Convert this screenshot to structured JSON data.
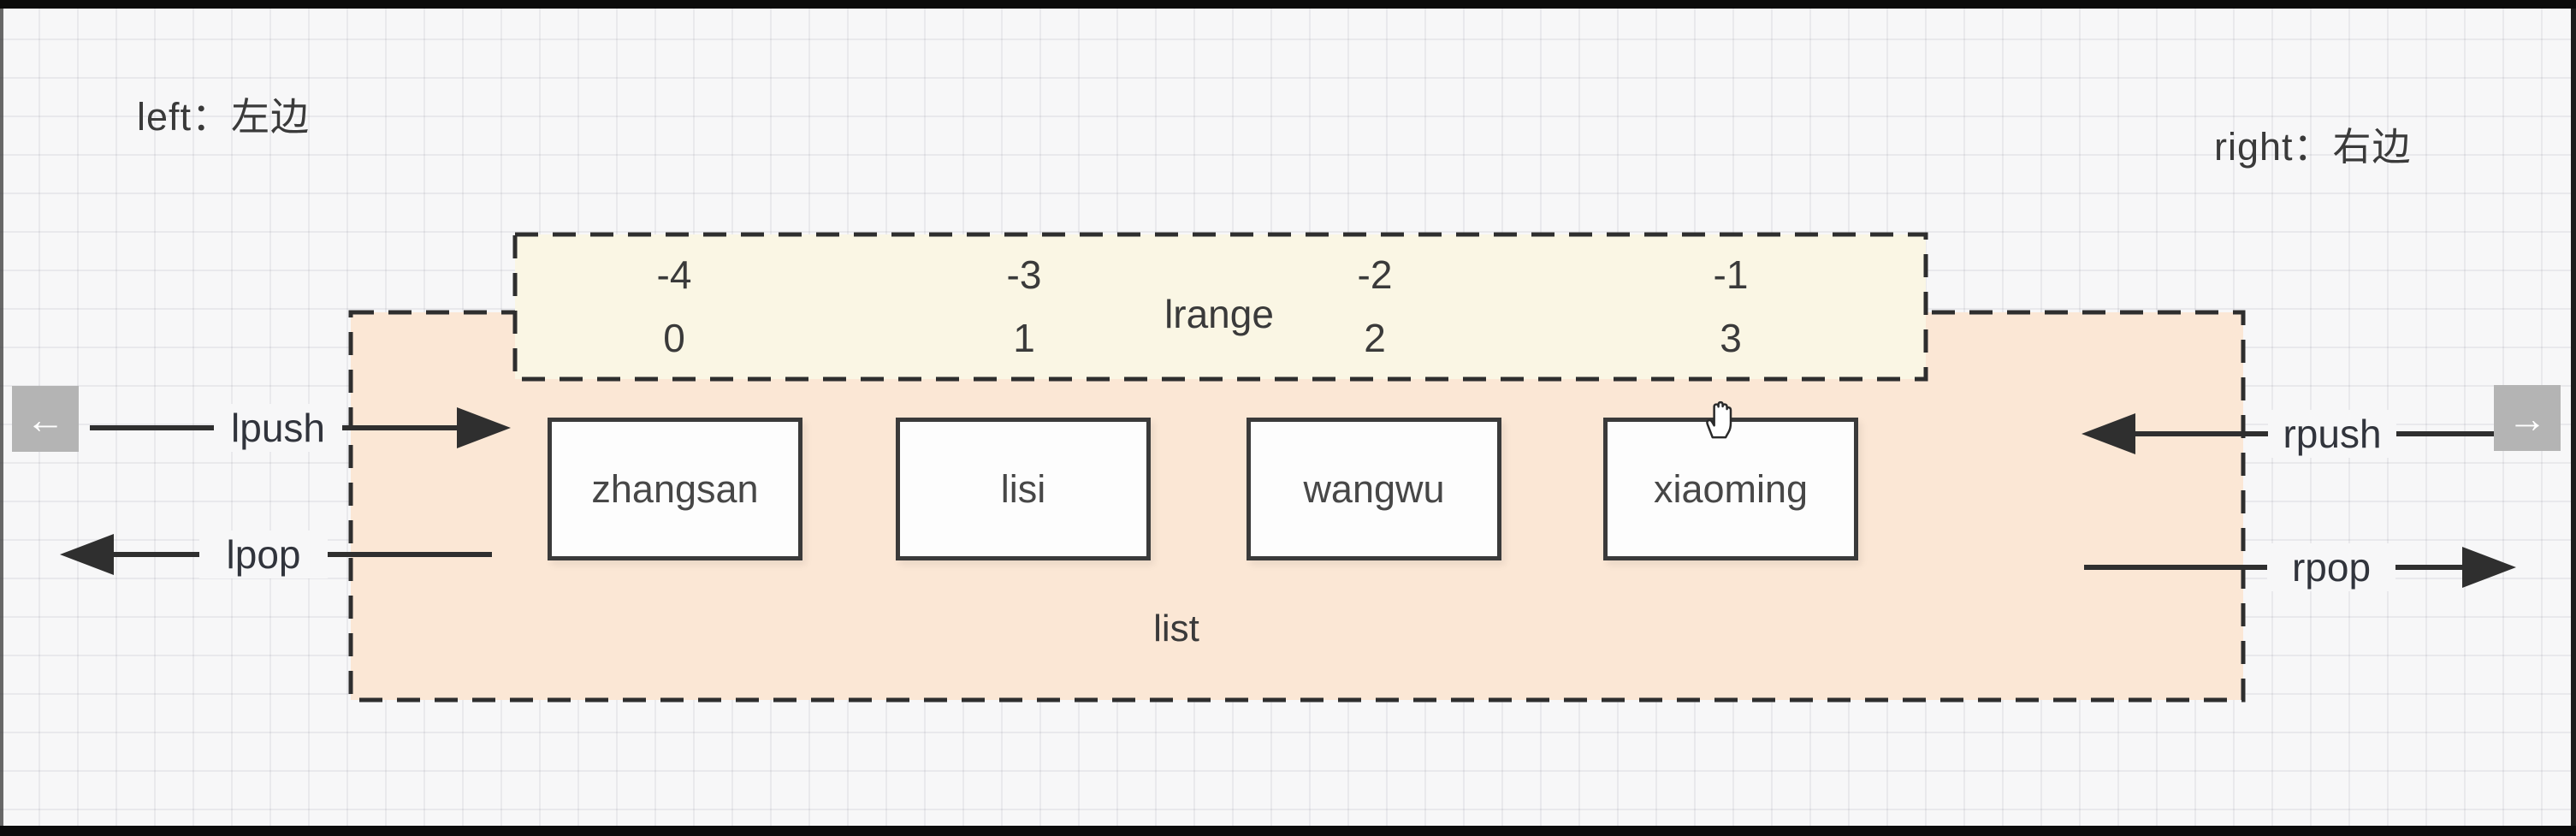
{
  "notes": {
    "left": "left：左边",
    "right": "right：右边"
  },
  "lrange_box": {
    "label": "lrange",
    "negative_indices": [
      "-4",
      "-3",
      "-2",
      "-1"
    ],
    "positive_indices": [
      "0",
      "1",
      "2",
      "3"
    ]
  },
  "list_box": {
    "label": "list",
    "items": [
      "zhangsan",
      "lisi",
      "wangwu",
      "xiaoming"
    ]
  },
  "operations": {
    "lpush": "lpush",
    "lpop": "lpop",
    "rpush": "rpush",
    "rpop": "rpop"
  },
  "nav": {
    "prev_icon": "←",
    "next_icon": "→"
  },
  "icons": {
    "cursor": "open-hand-cursor"
  },
  "colors": {
    "list_fill": "#fbe7d5",
    "lrange_fill": "#faf6e4",
    "stroke": "#2e2e2e",
    "canvas": "#f7f7f8",
    "nav_button": "#b4b4b4",
    "letterbox": "#0b0b0b"
  }
}
